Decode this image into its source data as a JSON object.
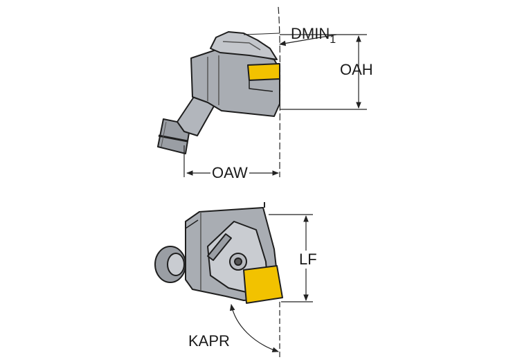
{
  "dimensions": {
    "dmin": {
      "base": "DMIN",
      "sub": "1"
    },
    "oah": "OAH",
    "oaw": "OAW",
    "lf": "LF",
    "kapr": "KAPR"
  },
  "colors": {
    "body": "#a7abb1",
    "body_light": "#c9ccd1",
    "body_dark": "#7d8187",
    "outline": "#1e1e1e",
    "insert": "#f2c200",
    "dim_line": "#222222"
  }
}
